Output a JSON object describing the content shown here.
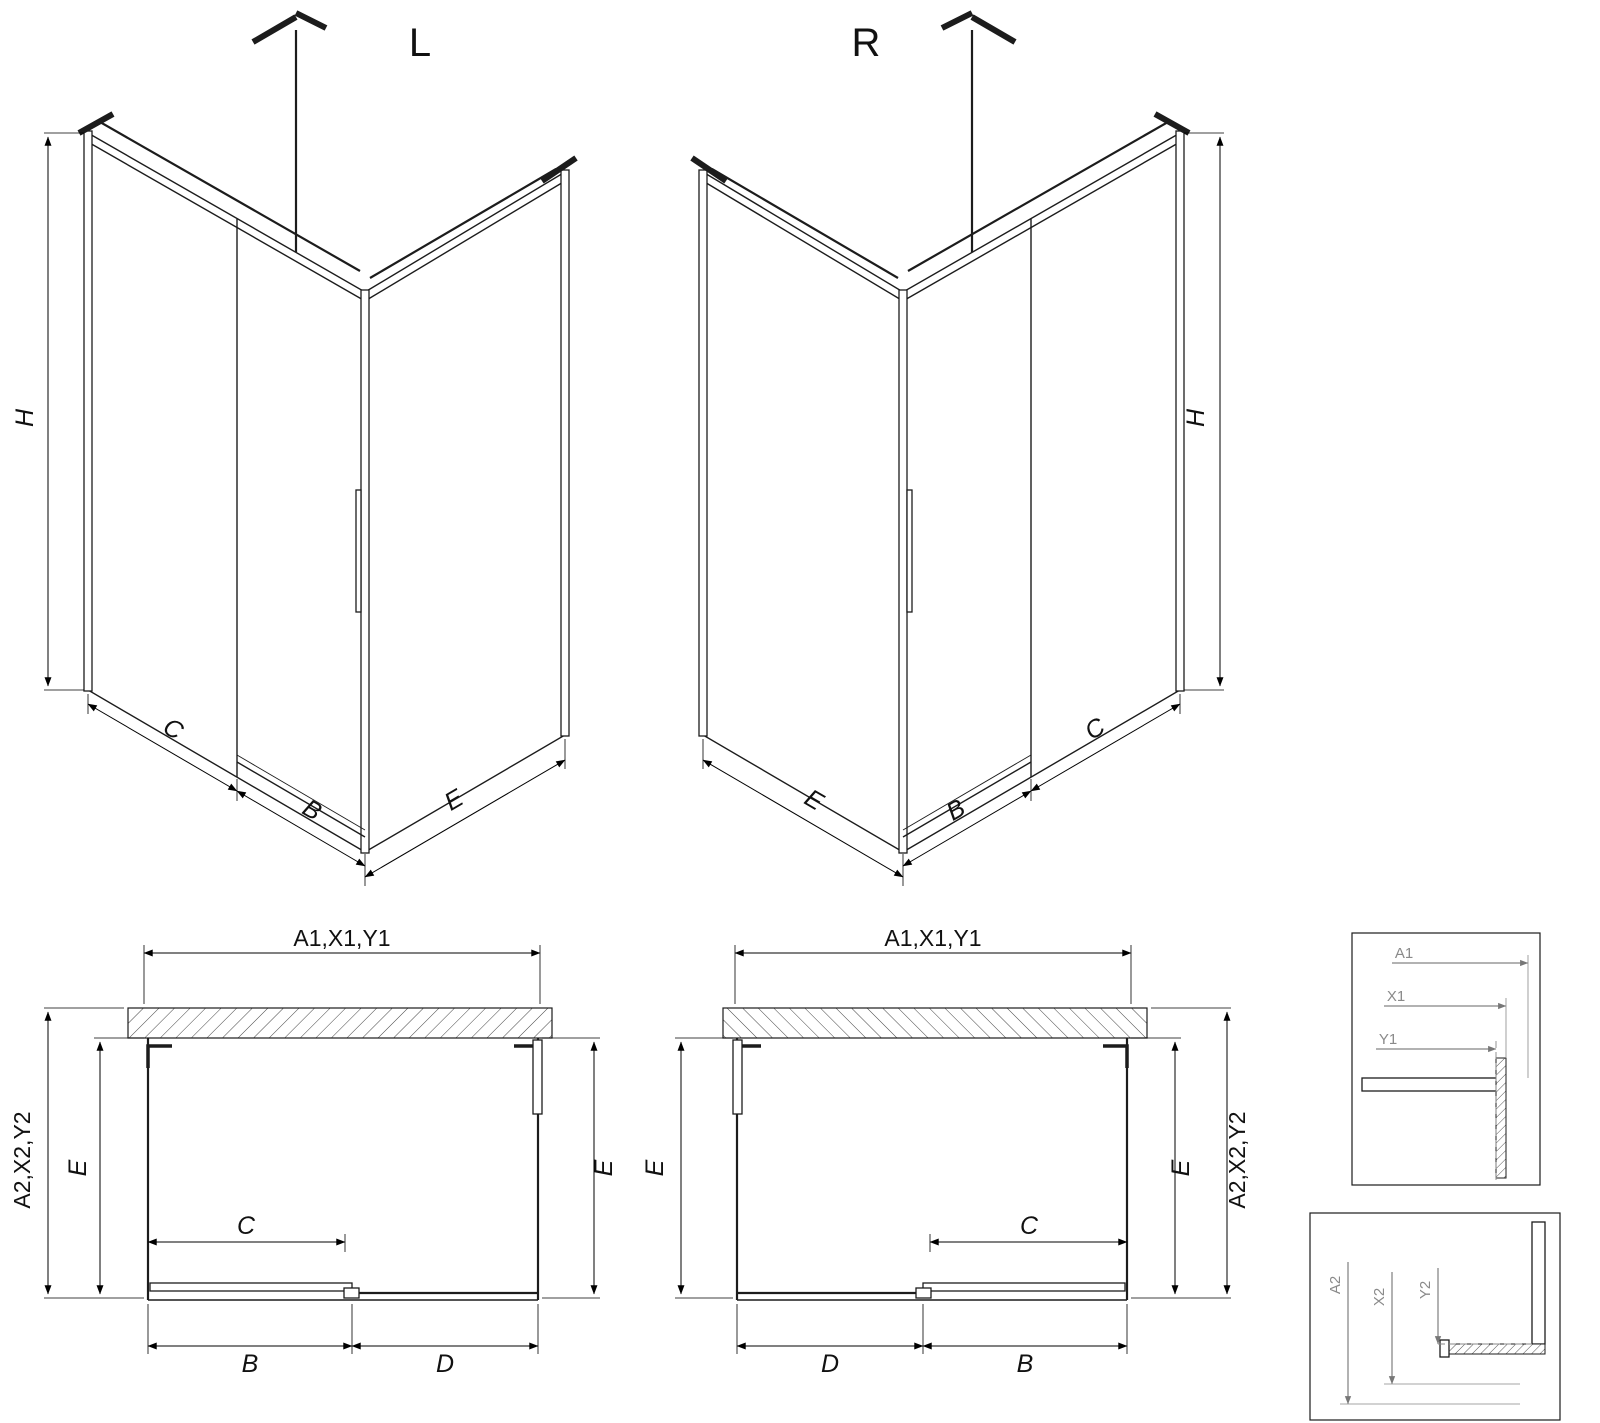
{
  "iso_left": {
    "variant": "L",
    "dim_h": "H",
    "dim_c": "C",
    "dim_b": "B",
    "dim_e": "E"
  },
  "iso_right": {
    "variant": "R",
    "dim_h": "H",
    "dim_c": "C",
    "dim_b": "B",
    "dim_e": "E"
  },
  "plan_left": {
    "dim_top": "A1,X1,Y1",
    "dim_side": "A2,X2,Y2",
    "dim_e_left": "E",
    "dim_e_right": "E",
    "dim_c": "C",
    "dim_b": "B",
    "dim_d": "D"
  },
  "plan_right": {
    "dim_top": "A1,X1,Y1",
    "dim_side": "A2,X2,Y2",
    "dim_e_left": "E",
    "dim_e_right": "E",
    "dim_c": "C",
    "dim_b": "B",
    "dim_d": "D"
  },
  "detail_top": {
    "dim_a": "A1",
    "dim_x": "X1",
    "dim_y": "Y1"
  },
  "detail_bottom": {
    "dim_a": "A2",
    "dim_x": "X2",
    "dim_y": "Y2"
  },
  "colors": {
    "line": "#1c1c1c",
    "dim_gray": "#8a8a8a",
    "background": "#ffffff"
  }
}
